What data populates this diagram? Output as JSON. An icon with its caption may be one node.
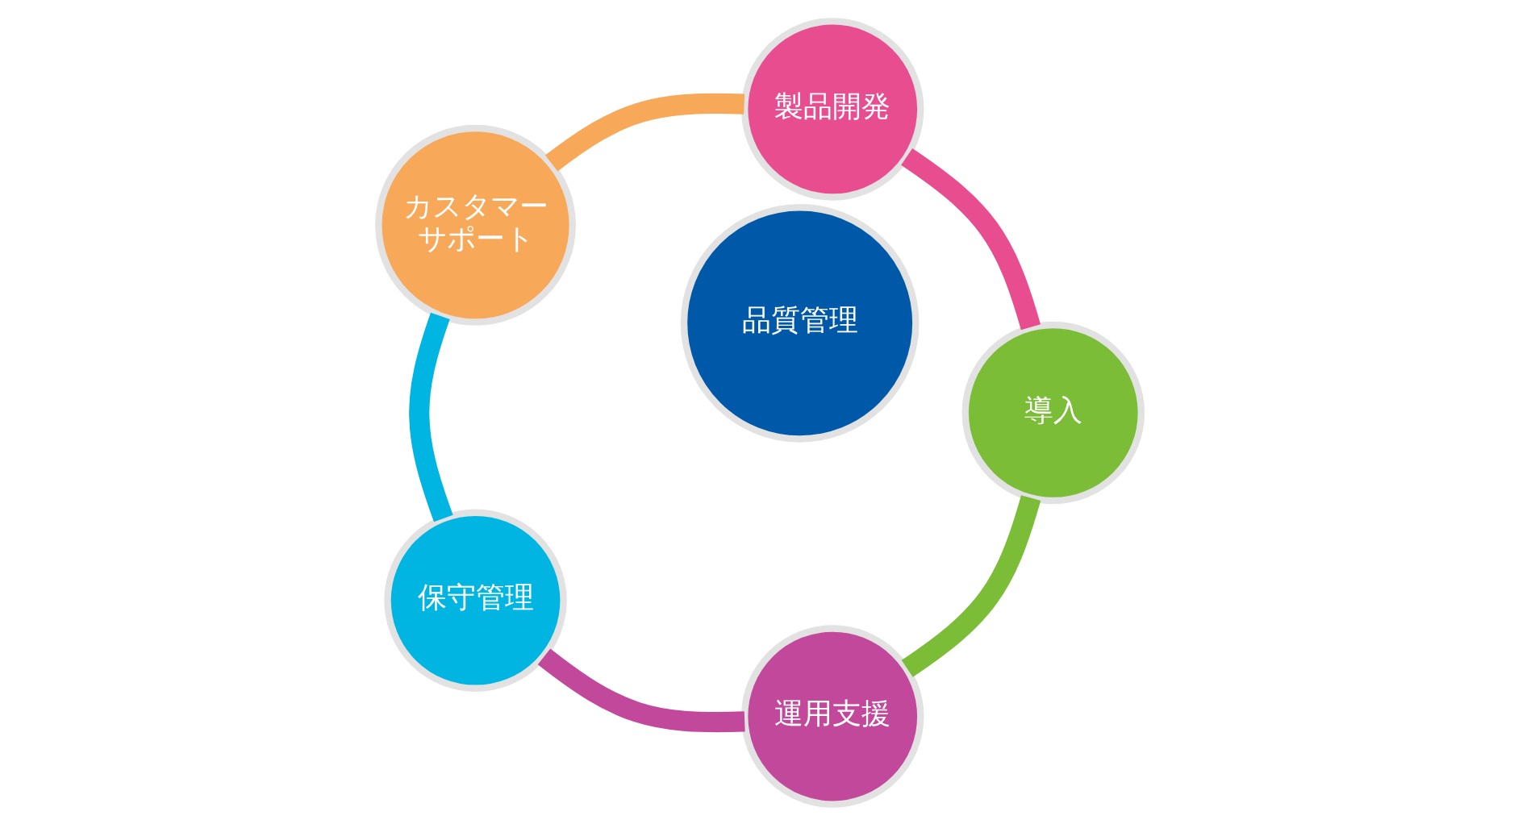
{
  "diagram": {
    "nodes": [
      {
        "text": [
          "製品開発"
        ]
      },
      {
        "text": [
          "カスタマーサポート"
        ]
      },
      {
        "text": [
          "導入"
        ]
      },
      {
        "text": [
          "品質管理"
        ]
      },
      {
        "text": [
          "保守管理"
        ]
      },
      {
        "text": [
          "運用支援"
        ]
      }
    ],
    "edges": [
      {
        "from": 0,
        "to": 2,
        "arrow": "none",
        "color": "#e84d8f"
      },
      {
        "from": 2,
        "to": 5,
        "arrow": "none",
        "color": "#7bbd37"
      },
      {
        "from": 5,
        "to": 4,
        "arrow": "none",
        "color": "#c2489c"
      },
      {
        "from": 4,
        "to": 1,
        "arrow": "none",
        "color": "#00b5e2"
      },
      {
        "from": 1,
        "to": 0,
        "arrow": "none",
        "color": "#f7a858"
      }
    ]
  }
}
